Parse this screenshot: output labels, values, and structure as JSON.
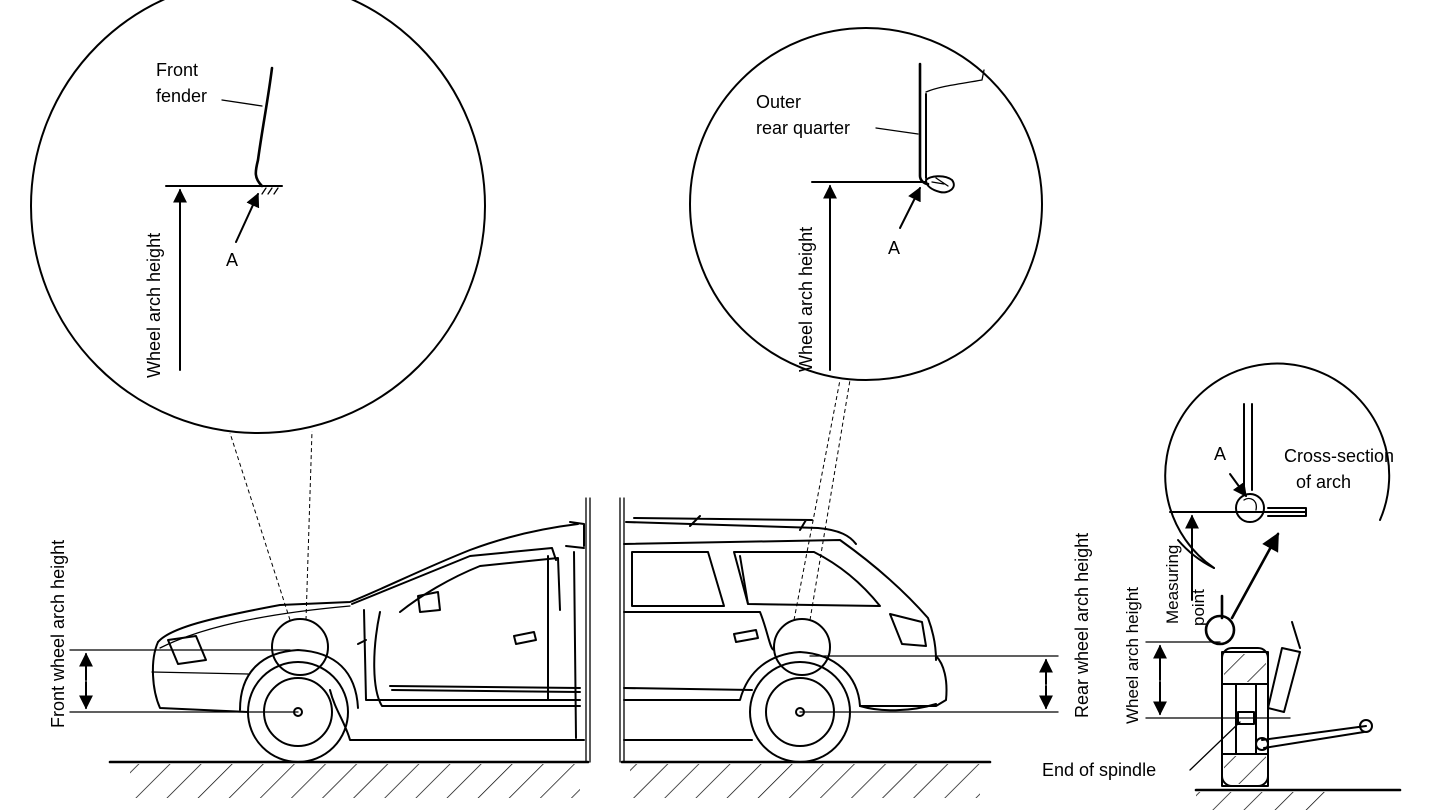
{
  "labels": {
    "front_fender": [
      "Front",
      "fender"
    ],
    "point_a": "A",
    "wheel_arch_height": "Wheel arch height",
    "outer_rear_quarter": [
      "Outer",
      "rear quarter"
    ],
    "cross_section": [
      "Cross-section",
      "of arch"
    ],
    "measuring_point": [
      "Measuring",
      "point"
    ],
    "front_wheel_arch_height": "Front wheel arch height",
    "rear_wheel_arch_height": "Rear wheel arch height",
    "end_of_spindle": "End of spindle"
  }
}
